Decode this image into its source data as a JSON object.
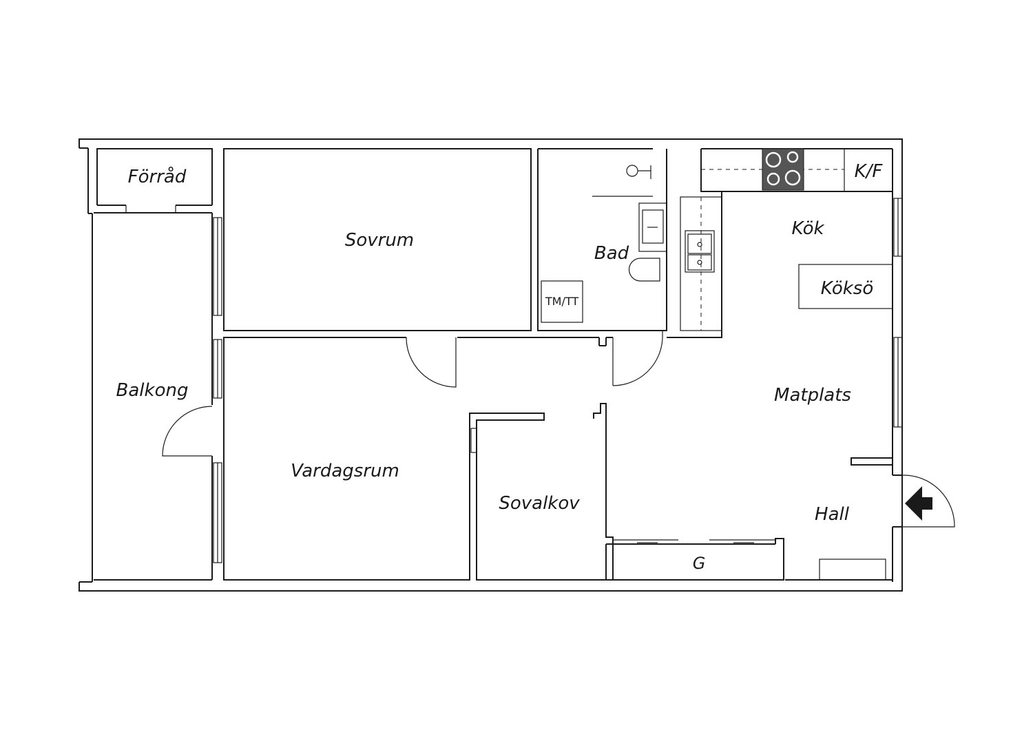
{
  "rooms": {
    "forrad": "Förråd",
    "sovrum": "Sovrum",
    "balkong": "Balkong",
    "vardagsrum": "Vardagsrum",
    "sovalkov": "Sovalkov",
    "bad": "Bad",
    "kok": "Kök",
    "koksö": "Köksö",
    "matplats": "Matplats",
    "hall": "Hall",
    "garderob": "G"
  },
  "fixtures": {
    "fridge_freezer": "K/F",
    "washer_dryer": "TM/TT"
  },
  "icons": {
    "entrance": "entrance-arrow-icon"
  },
  "colors": {
    "line": "#1a1a1a",
    "stove": "#555555",
    "background": "#ffffff"
  }
}
